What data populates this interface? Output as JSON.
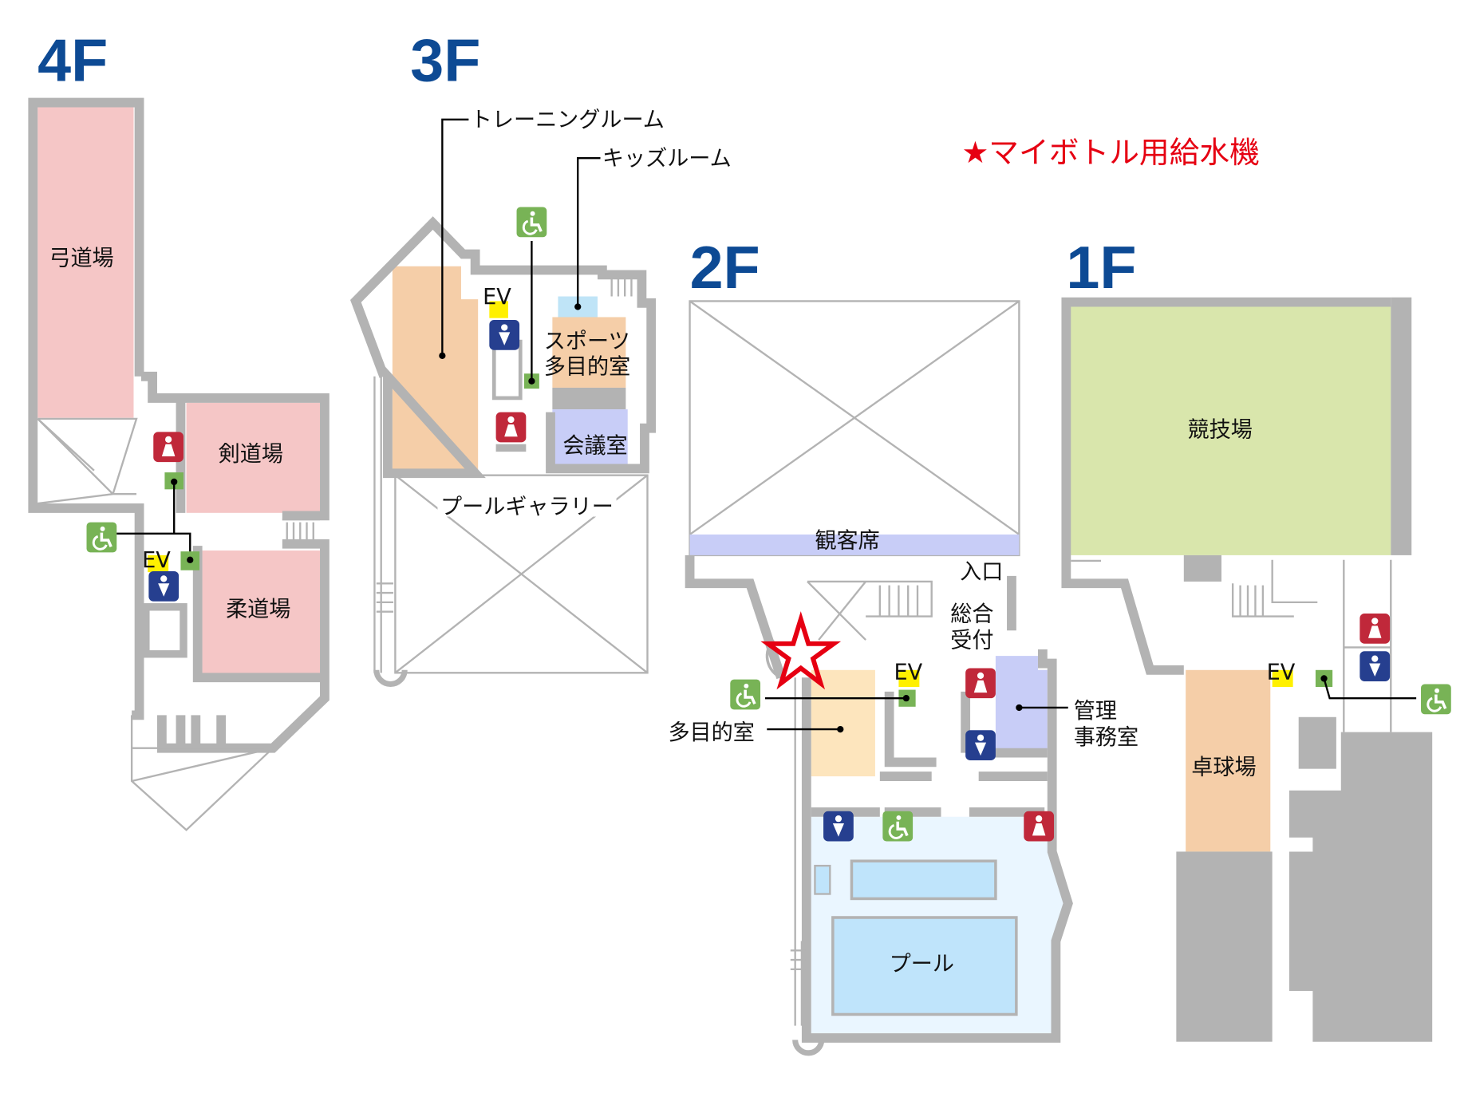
{
  "legend": {
    "label": "★マイボトル用給水機",
    "color": "#e60012"
  },
  "colors": {
    "floor_label": "#0d4a94",
    "wall": "#b3b3b3",
    "pink": "#f5c6c6",
    "orange": "#f5cea8",
    "lavender": "#c8cdf7",
    "light_blue": "#bfe4fb",
    "green_area": "#d9e6ac",
    "female": "#c0283a",
    "male": "#263f8f",
    "accessible": "#78b356",
    "ev": "#fff000"
  },
  "floors": {
    "f4": {
      "label": "4F",
      "rooms": {
        "kyudojo": "弓道場",
        "kendojo": "剣道場",
        "judojo": "柔道場"
      },
      "ev": "EV"
    },
    "f3": {
      "label": "3F",
      "rooms": {
        "training": "トレーニングルーム",
        "kids": "キッズルーム",
        "sports_1": "スポーツ",
        "sports_2": "多目的室",
        "conference": "会議室",
        "pool_gallery": "プールギャラリー"
      },
      "ev": "EV"
    },
    "f2": {
      "label": "2F",
      "rooms": {
        "seats": "観客席",
        "entrance": "入口",
        "reception_1": "総合",
        "reception_2": "受付",
        "multipurpose": "多目的室",
        "office_1": "管理",
        "office_2": "事務室",
        "pool": "プール"
      },
      "ev": "EV"
    },
    "f1": {
      "label": "1F",
      "rooms": {
        "arena": "競技場",
        "table_tennis": "卓球場"
      },
      "ev": "EV"
    }
  },
  "icons": {
    "female": "female-restroom-icon",
    "male": "male-restroom-icon",
    "accessible": "wheelchair-icon",
    "water": "star-icon"
  }
}
